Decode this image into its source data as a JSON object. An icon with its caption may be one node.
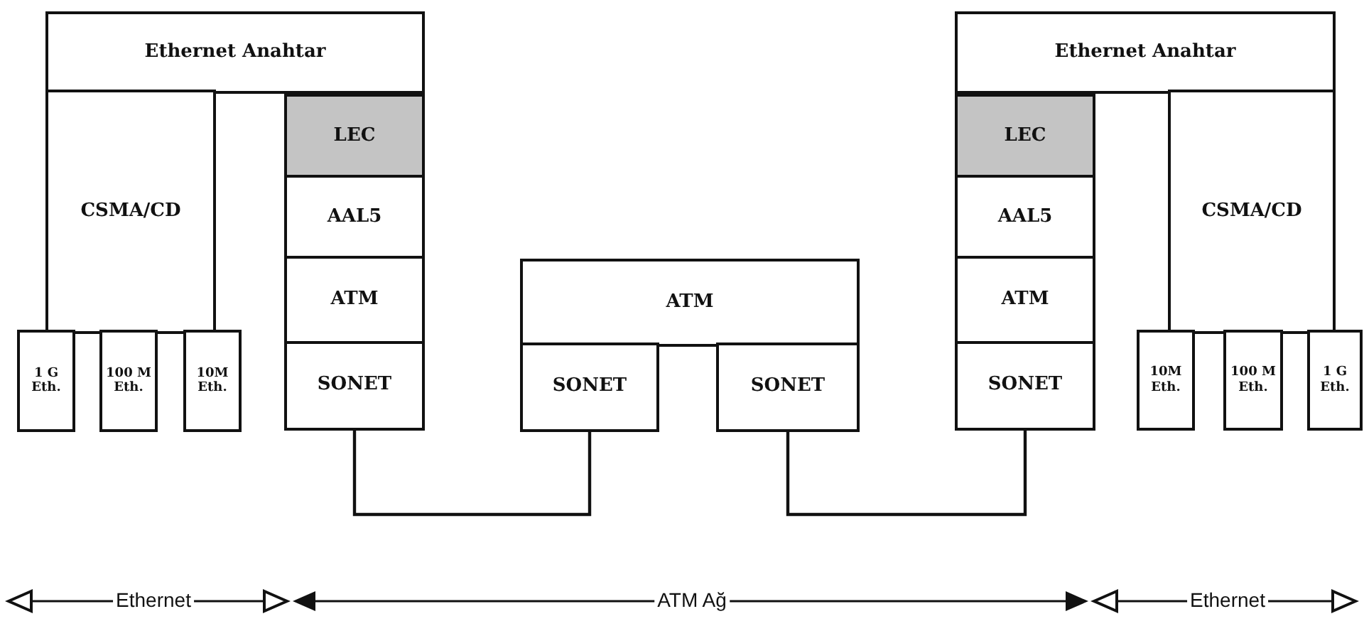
{
  "diagram": {
    "nodes": [
      {
        "text": [
          "Ethernet Anahtar"
        ]
      },
      {
        "text": [
          "CSMA/CD"
        ]
      },
      {
        "text": [
          "LEC"
        ]
      },
      {
        "text": [
          "AAL5"
        ]
      },
      {
        "text": [
          "ATM"
        ]
      },
      {
        "text": [
          "SONET"
        ]
      },
      {
        "text": [
          "1 G Eth."
        ]
      },
      {
        "text": [
          "100 M Eth."
        ]
      },
      {
        "text": [
          "10M Eth."
        ]
      },
      {
        "text": [
          "ATM"
        ]
      },
      {
        "text": [
          "SONET"
        ]
      },
      {
        "text": [
          "SONET"
        ]
      },
      {
        "text": [
          "Ethernet Anahtar"
        ]
      },
      {
        "text": [
          "LEC"
        ]
      },
      {
        "text": [
          "AAL5"
        ]
      },
      {
        "text": [
          "ATM"
        ]
      },
      {
        "text": [
          "SONET"
        ]
      },
      {
        "text": [
          "CSMA/CD"
        ]
      },
      {
        "text": [
          "10M Eth."
        ]
      },
      {
        "text": [
          "100 M Eth."
        ]
      },
      {
        "text": [
          "1 G Eth."
        ]
      }
    ],
    "edges": [
      {
        "from": 5,
        "to": 10,
        "arrow": "none"
      },
      {
        "from": 11,
        "to": 16,
        "arrow": "none"
      }
    ],
    "labels": [
      "Ethernet",
      "ATM Ağ",
      "Ethernet"
    ]
  }
}
